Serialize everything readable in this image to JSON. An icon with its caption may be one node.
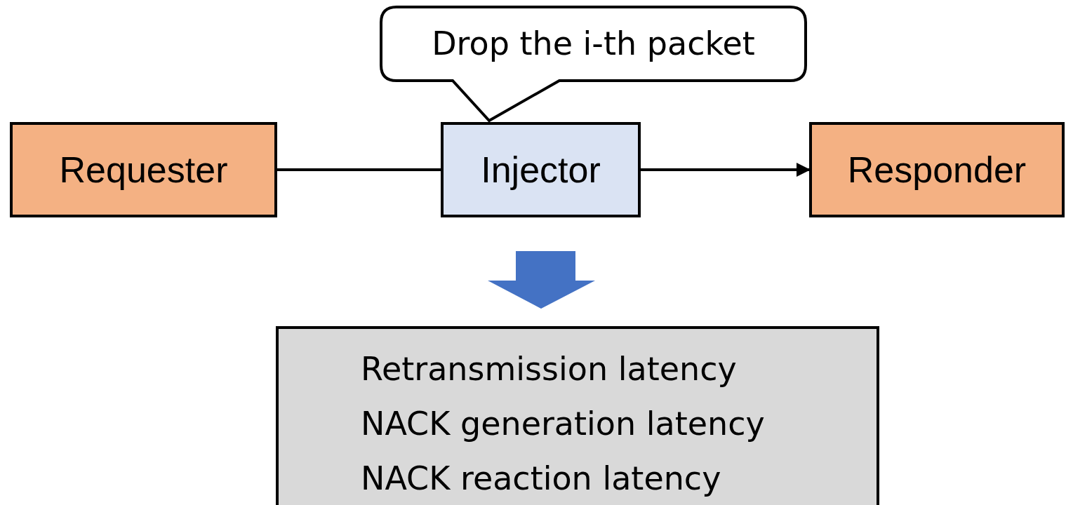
{
  "diagram": {
    "nodes": [
      {
        "text": [
          "Drop the i-th packet"
        ]
      },
      {
        "text": [
          "Requester"
        ]
      },
      {
        "text": [
          "Injector"
        ]
      },
      {
        "text": [
          "Responder"
        ]
      },
      {
        "text": [
          "Retransmission latency",
          "NACK generation latency",
          "NACK reaction latency"
        ]
      }
    ],
    "edges": [
      {
        "from": 1,
        "to": 2,
        "arrow": "none"
      },
      {
        "from": 2,
        "to": 3,
        "arrow": "to"
      },
      {
        "from": 2,
        "to": 4,
        "arrow": "to",
        "style": "thick",
        "color": "#4472c4"
      }
    ]
  }
}
